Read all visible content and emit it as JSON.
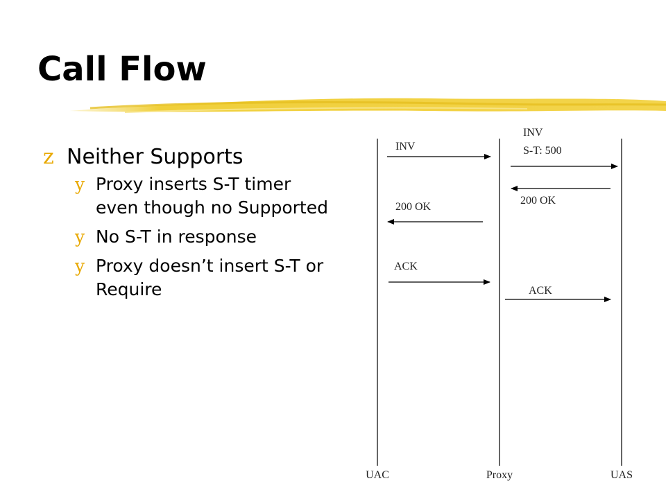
{
  "slide": {
    "title": "Call Flow",
    "bullet_main": "Neither Supports",
    "main_marker": "z",
    "sub_marker": "y",
    "sub_bullets": [
      "Proxy inserts S-T timer even though no Supported",
      "No S-T in response",
      "Proxy doesn’t insert S-T or Require"
    ]
  },
  "diagram": {
    "entities": [
      "UAC",
      "Proxy",
      "UAS"
    ],
    "messages": [
      {
        "label": "INV",
        "from": "UAC",
        "to": "Proxy"
      },
      {
        "label": "INV",
        "label2": "S-T: 500",
        "from": "Proxy",
        "to": "UAS"
      },
      {
        "label": "200 OK",
        "from": "UAS",
        "to": "Proxy"
      },
      {
        "label": "200 OK",
        "from": "Proxy",
        "to": "UAC"
      },
      {
        "label": "ACK",
        "from": "UAC",
        "to": "Proxy"
      },
      {
        "label": "ACK",
        "from": "Proxy",
        "to": "UAS"
      }
    ]
  },
  "colors": {
    "accent": "#e8b800",
    "brush": "#f2d24a",
    "text": "#000000"
  }
}
